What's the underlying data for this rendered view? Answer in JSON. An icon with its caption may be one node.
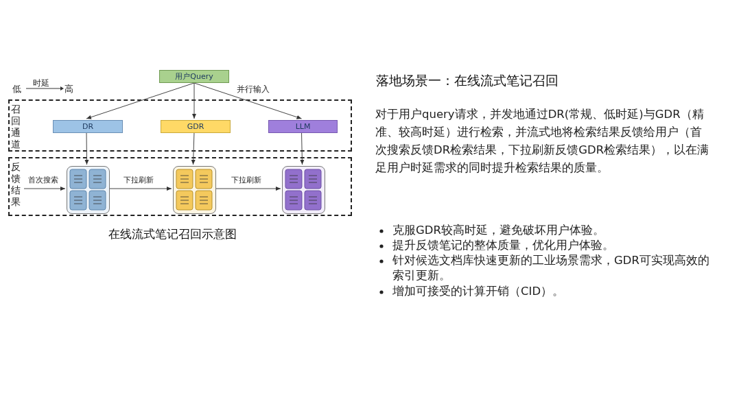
{
  "diagram": {
    "title": "落地场景一：在线流式笔记召回",
    "caption": "在线流式笔记召回示意图",
    "nodes": [
      {
        "text": [
          "用户Query"
        ]
      },
      {
        "text": [
          "召回通道"
        ]
      },
      {
        "text": [
          "DR"
        ],
        "in": 1
      },
      {
        "text": [
          "GDR"
        ],
        "in": 1
      },
      {
        "text": [
          "LLM"
        ],
        "in": 1
      },
      {
        "text": [
          "反馈结果"
        ]
      },
      {
        "text": [],
        "shape": "box",
        "in": 5
      },
      {
        "text": [],
        "shape": "box",
        "in": 5
      },
      {
        "text": [],
        "shape": "box",
        "in": 5
      }
    ],
    "edges": [
      {
        "from": 0,
        "to": 2,
        "arrow": "to"
      },
      {
        "from": 0,
        "to": 3,
        "arrow": "to"
      },
      {
        "from": 0,
        "to": 4,
        "arrow": "to"
      },
      {
        "from": 2,
        "to": 6,
        "arrow": "to"
      },
      {
        "from": 3,
        "to": 7,
        "arrow": "to"
      },
      {
        "from": 4,
        "to": 8,
        "arrow": "to"
      },
      {
        "from": null,
        "to": 6,
        "arrow": "to",
        "label": "首次搜索"
      },
      {
        "from": 6,
        "to": 7,
        "arrow": "to",
        "label": "下拉刷新"
      },
      {
        "from": 7,
        "to": 8,
        "arrow": "to",
        "label": "下拉刷新"
      }
    ],
    "labels": [
      "低",
      "时延",
      "高",
      "并行输入",
      "对于用户query请求，并发地通过DR(常规、低时延)与GDR（精准、较高时延）进行检索，并流式地将检索结果反馈给用户（首次搜索反馈DR检索结果，下拉刷新反馈GDR检索结果），以在满足用户时延需求的同时提升检索结果的质量。",
      "克服GDR较高时延，避免破坏用户体验。",
      "提升反馈笔记的整体质量，优化用户体验。",
      "针对候选文档库快速更新的工业场景需求，GDR可实现高效的索引更新。",
      "增加可接受的计算开销（CID）。"
    ]
  }
}
